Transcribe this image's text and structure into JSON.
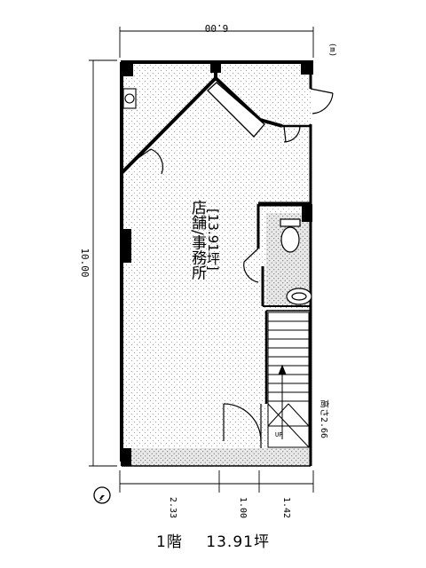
{
  "dimensions": {
    "top_width": "6.00",
    "unit": "(m)",
    "left_height": "10.00",
    "bottom_segments": [
      "2.33",
      "1.00",
      "1.42"
    ],
    "ceiling_height": "高さ2.66"
  },
  "room": {
    "name": "店舗/事務所",
    "area": "[13.91坪]"
  },
  "stair_label": "UP",
  "caption": {
    "floor": "1階",
    "area": "13.91坪"
  },
  "icons": [
    "north-arrow-icon",
    "toilet-icon",
    "washbasin-icon",
    "sink-icon",
    "door-swing-icon"
  ]
}
